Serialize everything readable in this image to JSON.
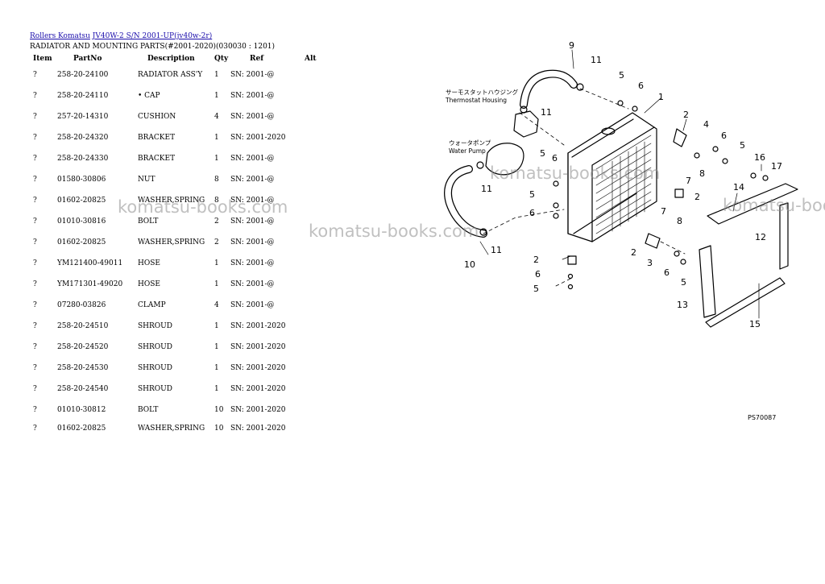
{
  "breadcrumb": {
    "link1": "Rollers Komatsu",
    "link2": "JV40W-2 S/N 2001-UP(jv40w-2r)"
  },
  "heading": "RADIATOR AND MOUNTING PARTS(#2001-2020)(030030 : 1201)",
  "table": {
    "headers": [
      "Item",
      "PartNo",
      "Description",
      "Qty",
      "Ref",
      "Alt"
    ],
    "rows": [
      {
        "item": "?",
        "part": "258-20-24100",
        "desc": "RADIATOR ASS'Y",
        "qty": "1",
        "ref": "SN: 2001-@"
      },
      {
        "item": "?",
        "part": "258-20-24110",
        "desc": "• CAP",
        "qty": "1",
        "ref": "SN: 2001-@"
      },
      {
        "item": "?",
        "part": "257-20-14310",
        "desc": "CUSHION",
        "qty": "4",
        "ref": "SN: 2001-@"
      },
      {
        "item": "?",
        "part": "258-20-24320",
        "desc": "BRACKET",
        "qty": "1",
        "ref": "SN: 2001-2020"
      },
      {
        "item": "?",
        "part": "258-20-24330",
        "desc": "BRACKET",
        "qty": "1",
        "ref": "SN: 2001-@"
      },
      {
        "item": "?",
        "part": "01580-30806",
        "desc": "NUT",
        "qty": "8",
        "ref": "SN: 2001-@"
      },
      {
        "item": "?",
        "part": "01602-20825",
        "desc": "WASHER,SPRING",
        "qty": "8",
        "ref": "SN: 2001-@"
      },
      {
        "item": "?",
        "part": "01010-30816",
        "desc": "BOLT",
        "qty": "2",
        "ref": "SN: 2001-@"
      },
      {
        "item": "?",
        "part": "01602-20825",
        "desc": "WASHER,SPRING",
        "qty": "2",
        "ref": "SN: 2001-@"
      },
      {
        "item": "?",
        "part": "YM121400-49011",
        "desc": "HOSE",
        "qty": "1",
        "ref": "SN: 2001-@"
      },
      {
        "item": "?",
        "part": "YM171301-49020",
        "desc": "HOSE",
        "qty": "1",
        "ref": "SN: 2001-@"
      },
      {
        "item": "?",
        "part": "07280-03826",
        "desc": "CLAMP",
        "qty": "4",
        "ref": "SN: 2001-@"
      },
      {
        "item": "?",
        "part": "258-20-24510",
        "desc": "SHROUD",
        "qty": "1",
        "ref": "SN: 2001-2020"
      },
      {
        "item": "?",
        "part": "258-20-24520",
        "desc": "SHROUD",
        "qty": "1",
        "ref": "SN: 2001-2020"
      },
      {
        "item": "?",
        "part": "258-20-24530",
        "desc": "SHROUD",
        "qty": "1",
        "ref": "SN: 2001-2020"
      },
      {
        "item": "?",
        "part": "258-20-24540",
        "desc": "SHROUD",
        "qty": "1",
        "ref": "SN: 2001-2020"
      },
      {
        "item": "?",
        "part": "01010-30812",
        "desc": "BOLT",
        "qty": "10",
        "ref": "SN: 2001-2020"
      },
      {
        "item": "?",
        "part": "01602-20825",
        "desc": "WASHER,SPRING",
        "qty": "10",
        "ref": "SN: 2001-2020"
      }
    ]
  },
  "watermark": "komatsu-books.com",
  "diagram": {
    "jp_thermostat": "サーモスタットハウジング",
    "en_thermostat": "Thermostat Housing",
    "jp_pump": "ウォータポンプ",
    "en_pump": "Water Pump",
    "code": "PS70087",
    "callouts": [
      "1",
      "2",
      "3",
      "4",
      "5",
      "6",
      "7",
      "8",
      "9",
      "10",
      "11",
      "12",
      "13",
      "14",
      "15",
      "16",
      "17"
    ]
  }
}
